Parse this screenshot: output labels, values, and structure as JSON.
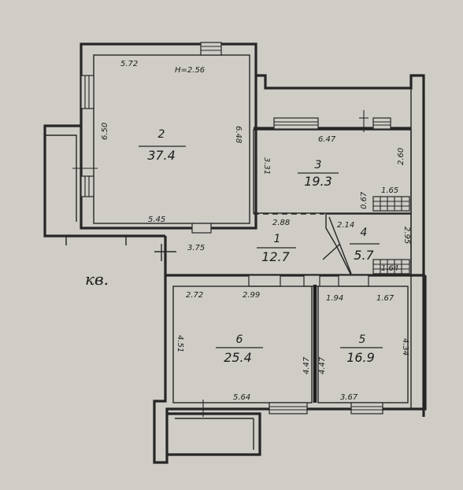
{
  "apartment_label": "кв.",
  "colors": {
    "paper": "#cfcdc6",
    "ink": "#262626"
  },
  "rooms": [
    {
      "number": "1",
      "area": "12.7"
    },
    {
      "number": "2",
      "area": "37.4"
    },
    {
      "number": "3",
      "area": "19.3"
    },
    {
      "number": "4",
      "area": "5.7"
    },
    {
      "number": "5",
      "area": "16.9"
    },
    {
      "number": "6",
      "area": "25.4"
    }
  ],
  "dimensions": {
    "r2_top": "5.72",
    "ceiling_height": "H=2.56",
    "r2_left": "6.50",
    "r2_right": "6.48",
    "r2_bottom": "5.45",
    "r3_top": "6.47",
    "r3_left": "3.31",
    "r3_right": "2.60",
    "r3_small_v": "0.67",
    "r3_small_h": "1.65",
    "r1_top": "2.88",
    "r1_left": "3.75",
    "r4_top": "2.14",
    "r4_right": "2.95",
    "r4_bottom": "1.64",
    "r6_top_left": "2.72",
    "r6_top_right": "2.99",
    "r6_left": "4.51",
    "r6_right": "4.47",
    "r6_bottom": "5.64",
    "r5_top_left": "1.94",
    "r5_top_right": "1.67",
    "r5_right": "4.34",
    "r5_left": "4.47",
    "r5_bottom": "3.67"
  }
}
